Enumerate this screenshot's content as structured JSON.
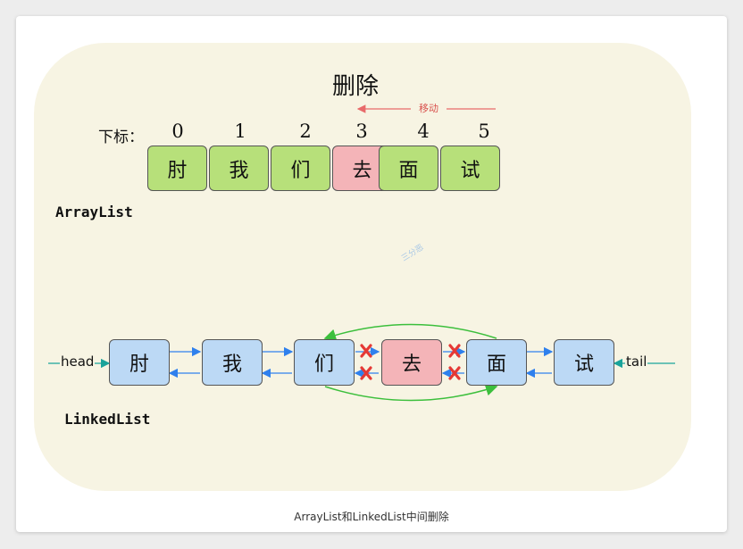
{
  "diagram": {
    "title": "删除",
    "move_label": "移动",
    "index_label": "下标：",
    "array_label": "ArrayList",
    "linked_label": "LinkedList",
    "indices": [
      "0",
      "1",
      "2",
      "3",
      "4",
      "5"
    ],
    "array_cells": [
      "肘",
      "我",
      "们",
      "去",
      "面",
      "试"
    ],
    "linked_nodes": [
      "肘",
      "我",
      "们",
      "去",
      "面",
      "试"
    ],
    "head_label": "head",
    "tail_label": "tail",
    "watermark": "三分恶",
    "colors": {
      "array_cell": "#b7e07a",
      "deleted_cell": "#f4b4b8",
      "linked_node": "#bcd9f5",
      "link_arrow": "#2f80ed",
      "bypass_arrow": "#3cbf3c",
      "move_arrow": "#e86a6a",
      "cross": "#e53935"
    }
  },
  "caption": "ArrayList和LinkedList中间删除"
}
